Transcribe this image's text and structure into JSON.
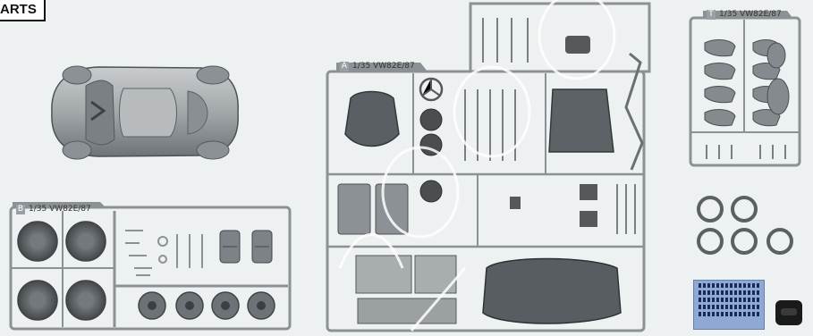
{
  "page": {
    "parts_label": "ARTS"
  },
  "sprues": {
    "a": {
      "letter": "A",
      "code": "1/35 VW82E/87"
    },
    "b": {
      "letter": "B",
      "code": "1/35 VW82E/87"
    },
    "t": {
      "letter": "T",
      "code": "1/35 VW82E/87"
    }
  },
  "icons": [
    "car-top-view-icon",
    "tire-icon",
    "wheel-icon",
    "steering-wheel-icon",
    "seat-icon",
    "decal-sheet-icon",
    "mask-part-icon"
  ],
  "colors": {
    "background": "#eef1f1",
    "sprue_plastic": "#8c9196",
    "sprue_dark": "#5d6266",
    "tire_black": "#4a4d50",
    "decal_blue": "#8fa9d6",
    "watermark": "#ffffff"
  }
}
